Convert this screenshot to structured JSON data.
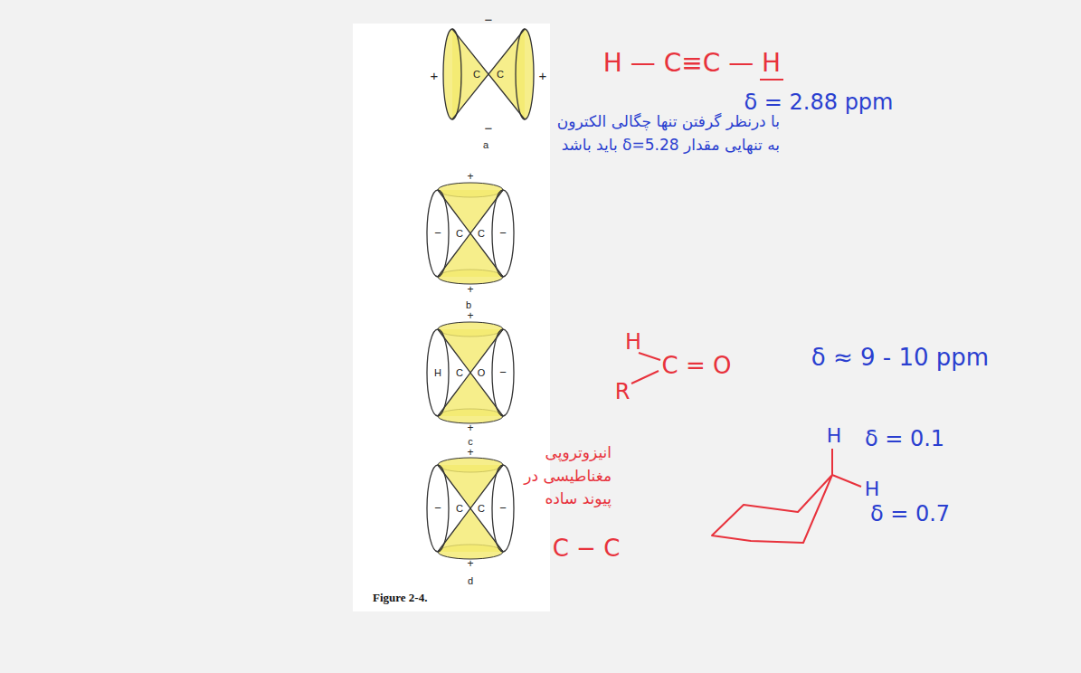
{
  "diagram": {
    "caption": "Figure 2-4.",
    "labels": [
      "−",
      "+",
      "C",
      "C",
      "+",
      "−",
      "a",
      "+",
      "−",
      "C",
      "C",
      "−",
      "+",
      "b",
      "+",
      "H",
      "C",
      "O",
      "−",
      "+",
      "c",
      "+",
      "−",
      "C",
      "C",
      "−",
      "+",
      "d",
      "H — C≡C — H",
      "δ = 2.88 ppm",
      "با درنظر گرفتن تنها چگالی الکترون به تنهایی مقدار δ=5.28 باید باشد",
      "H",
      "C = O",
      "R",
      "δ ≈ 9 - 10 ppm",
      "انیزوتروپی مغناطیسی در پیوند ساده",
      "C − C",
      "H",
      "δ = 0.1",
      "H",
      "δ = 0.7"
    ]
  }
}
